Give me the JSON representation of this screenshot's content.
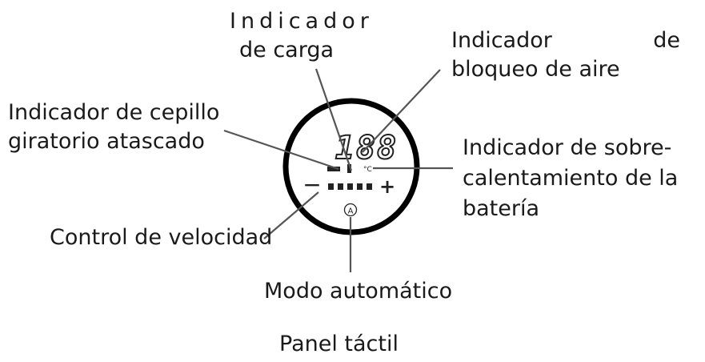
{
  "labels": {
    "charge_line1": "Indicador",
    "charge_line2": "de carga",
    "air_line1_a": "Indicador",
    "air_line1_b": "de",
    "air_line2": "bloqueo de aire",
    "brush_line1": "Indicador de cepillo",
    "brush_line2": "giratorio atascado",
    "heat_line1": "Indicador de sobre-",
    "heat_line2": "calentamiento de la",
    "heat_line3": "batería",
    "speed": "Control de velocidad",
    "auto": "Modo automático",
    "caption": "Panel táctil"
  },
  "display": {
    "digits": "188",
    "temp_unit": "°C",
    "minus": "−",
    "plus": "+",
    "auto_symbol": "A",
    "speed_segments": 5
  }
}
